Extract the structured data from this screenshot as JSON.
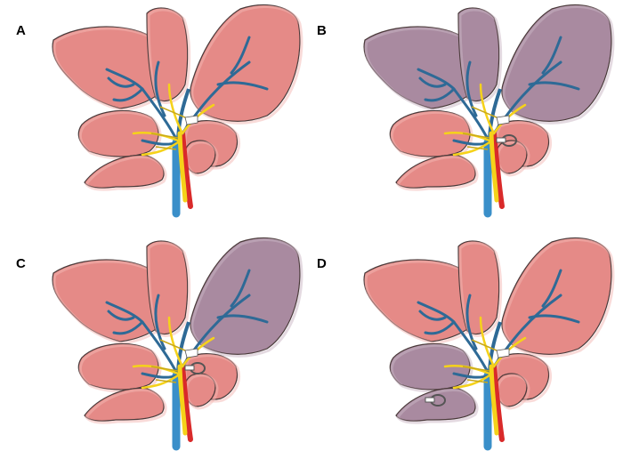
{
  "panels": [
    {
      "label": "A"
    },
    {
      "label": "B"
    },
    {
      "label": "C"
    },
    {
      "label": "D"
    }
  ],
  "colors": {
    "liver": "#e58a87",
    "liver_stroke": "#4a3a3a",
    "ischemic": "#a98aa0",
    "portal_vein": "#2e6a96",
    "vena_cava": "#3a8fc9",
    "artery": "#d92a2a",
    "bile_duct": "#f5d21a",
    "clamp": "#ffffff",
    "clamp_stroke": "#555555"
  },
  "icons": [
    "vascular-clamp-icon"
  ]
}
